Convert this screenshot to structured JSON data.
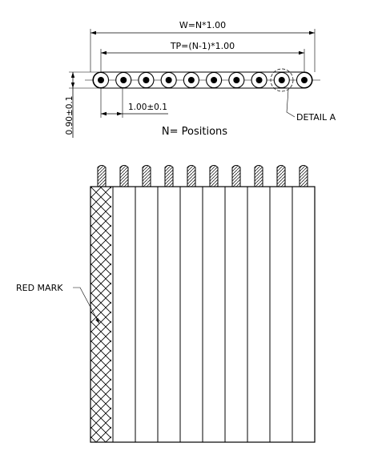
{
  "dimensions": {
    "overall_width": "W=N*1.00",
    "total_pitch": "TP=(N-1)*1.00",
    "pitch": "1.00±0.1",
    "thickness": "0.90±0.1"
  },
  "labels": {
    "detail": "DETAIL A",
    "positions_note": "N= Positions",
    "red_mark": "RED MARK"
  },
  "cable": {
    "conductor_count": 10
  },
  "colors": {
    "line": "#000000",
    "background": "#ffffff"
  }
}
